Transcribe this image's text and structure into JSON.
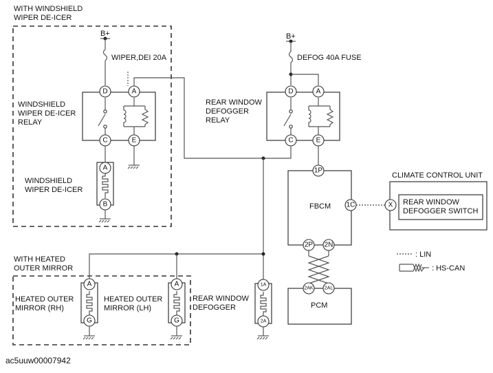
{
  "groups": {
    "windshield": [
      "WITH WINDSHIELD",
      "WIPER DE-ICER"
    ],
    "mirror": [
      "WITH HEATED",
      "OUTER MIRROR"
    ]
  },
  "supplies": {
    "b1": "B+",
    "b2": "B+"
  },
  "fuses": {
    "wiper": "WIPER,DEI 20A",
    "defog": "DEFOG 40A FUSE"
  },
  "components": {
    "wiper_relay": [
      "WINDSHIELD",
      "WIPER DE-ICER",
      "RELAY"
    ],
    "defog_relay": [
      "REAR WINDOW",
      "DEFOGGER",
      "RELAY"
    ],
    "wiper_deicer": [
      "WINDSHIELD",
      "WIPER DE-ICER"
    ],
    "fbcm": "FBCM",
    "pcm": "PCM",
    "ccu_title": "CLIMATE CONTROL UNIT",
    "ccu_switch": [
      "REAR WINDOW",
      "DEFOGGER SWITCH"
    ],
    "mirror_rh": [
      "HEATED OUTER",
      "MIRROR (RH)"
    ],
    "mirror_lh": [
      "HEATED OUTER",
      "MIRROR (LH)"
    ],
    "rear_defogger": [
      "REAR WINDOW",
      "DEFOGGER"
    ]
  },
  "pins": {
    "wr_d": "D",
    "wr_a": "A",
    "wr_c": "C",
    "wr_e": "E",
    "dr_d": "D",
    "dr_a": "A",
    "dr_c": "C",
    "dr_e": "E",
    "de_a": "A",
    "de_b": "B",
    "fb_1p": "1P",
    "fb_1c": "1C",
    "fb_2p": "2P",
    "fb_2n": "2N",
    "ccu_x": "X",
    "pcm_2ak": "2AK",
    "pcm_2al": "2AL",
    "mrh_a": "A",
    "mrh_g": "G",
    "mlh_a": "A",
    "mlh_g": "G",
    "rd_1a": "1A",
    "rd_2a": "2A"
  },
  "legend": {
    "lin": ": LIN",
    "hscan": ": HS-CAN"
  },
  "image_code": "ac5uuw00007942"
}
